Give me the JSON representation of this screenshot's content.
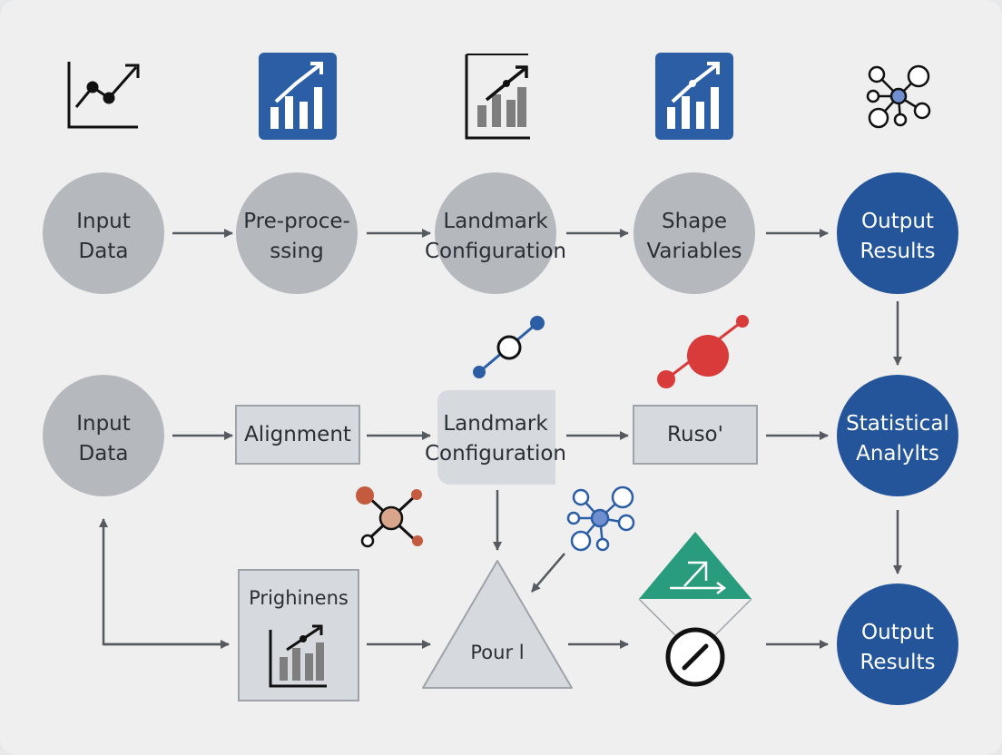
{
  "nodes": {
    "row1_input": [
      "Input",
      "Data"
    ],
    "row1_preprocess": [
      "Pre-proce-",
      "ssing"
    ],
    "row1_landmark": [
      "Landmark",
      "Configuration"
    ],
    "row1_shape": [
      "Shape",
      "Variables"
    ],
    "row1_output": [
      "Output",
      "Results"
    ],
    "row2_input": [
      "Input",
      "Data"
    ],
    "row2_alignment": [
      "Alignment"
    ],
    "row2_landmark": [
      "Landmark",
      "Configuration"
    ],
    "row2_ruso": [
      "Ruso'"
    ],
    "row2_statistical": [
      "Statistical",
      "Analylts"
    ],
    "row3_prighinens": [
      "Prighinens"
    ],
    "row3_pour": [
      "Pour l"
    ],
    "row3_output": [
      "Output",
      "Results"
    ]
  },
  "colors": {
    "gray_node": "#b5b9be",
    "blue_node": "#24559a",
    "box_fill": "#d6d9dd",
    "box_stroke": "#9da3a9",
    "arrow": "#555a60",
    "icon_blue": "#2c5ea6",
    "accent_red": "#d93a3a",
    "accent_green": "#2a9c7e"
  },
  "icons": [
    "line-chart-icon",
    "bar-chart-up-icon",
    "framed-bar-chart-icon",
    "bar-chart-up-icon",
    "network-hub-icon",
    "landmark-link-icon",
    "red-landmark-icon",
    "molecule-icon",
    "network-hub-icon",
    "green-triangle-icon",
    "gauge-icon"
  ]
}
